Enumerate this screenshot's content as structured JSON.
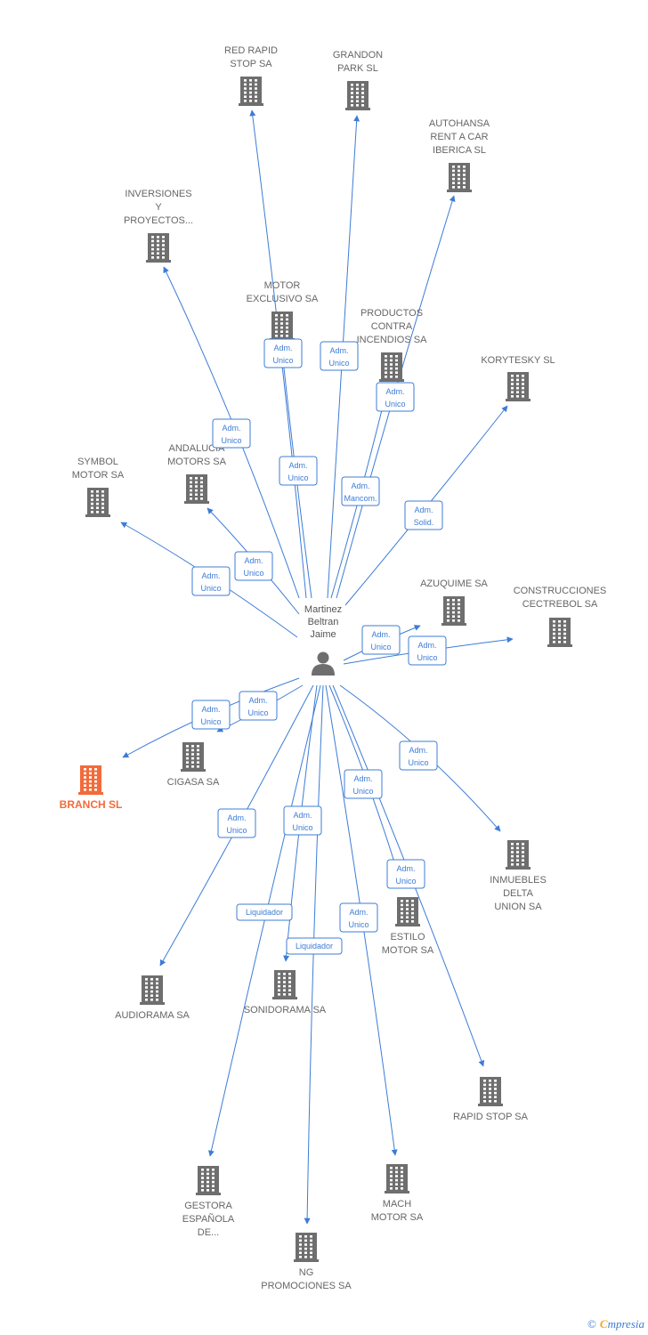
{
  "colors": {
    "edge": "#3d7cd6",
    "building": "#6e6e6e",
    "highlight": "#f26b3a"
  },
  "center": {
    "lines": [
      "Martinez",
      "Beltran",
      "Jaime"
    ],
    "icon": "person-icon"
  },
  "nodes": [
    {
      "id": "red-rapid",
      "lines": [
        "RED RAPID",
        "STOP SA"
      ]
    },
    {
      "id": "grandon",
      "lines": [
        "GRANDON",
        "PARK SL"
      ]
    },
    {
      "id": "autohansa",
      "lines": [
        "AUTOHANSA",
        "RENT A CAR",
        "IBERICA SL"
      ]
    },
    {
      "id": "inversiones",
      "lines": [
        "INVERSIONES",
        "Y",
        "PROYECTOS..."
      ]
    },
    {
      "id": "motor-exclusivo",
      "lines": [
        "MOTOR",
        "EXCLUSIVO SA"
      ]
    },
    {
      "id": "productos",
      "lines": [
        "PRODUCTOS",
        "CONTRA",
        "INCENDIOS SA"
      ]
    },
    {
      "id": "korytesky",
      "lines": [
        "KORYTESKY SL"
      ]
    },
    {
      "id": "andalucia",
      "lines": [
        "ANDALUCIA",
        "MOTORS SA"
      ]
    },
    {
      "id": "symbol",
      "lines": [
        "SYMBOL",
        "MOTOR SA"
      ]
    },
    {
      "id": "azuquime",
      "lines": [
        "AZUQUIME SA"
      ]
    },
    {
      "id": "construcciones",
      "lines": [
        "CONSTRUCCIONES",
        "CECTREBOL SA"
      ]
    },
    {
      "id": "branch",
      "lines": [
        "BRANCH SL"
      ],
      "highlight": true
    },
    {
      "id": "cigasa",
      "lines": [
        "CIGASA SA"
      ]
    },
    {
      "id": "inmuebles",
      "lines": [
        "INMUEBLES",
        "DELTA",
        "UNION SA"
      ]
    },
    {
      "id": "estilo",
      "lines": [
        "ESTILO",
        "MOTOR SA"
      ]
    },
    {
      "id": "audiorama",
      "lines": [
        "AUDIORAMA SA"
      ]
    },
    {
      "id": "sonidorama",
      "lines": [
        "SONIDORAMA SA"
      ]
    },
    {
      "id": "rapid-stop",
      "lines": [
        "RAPID STOP SA"
      ]
    },
    {
      "id": "gestora",
      "lines": [
        "GESTORA",
        "ESPAÑOLA",
        "DE..."
      ]
    },
    {
      "id": "mach",
      "lines": [
        "MACH",
        "MOTOR SA"
      ]
    },
    {
      "id": "ng",
      "lines": [
        "NG",
        "PROMOCIONES SA"
      ]
    }
  ],
  "edges": [
    {
      "to": "red-rapid",
      "lines": [
        "Adm.",
        "Unico"
      ]
    },
    {
      "to": "grandon",
      "lines": [
        "Adm.",
        "Unico"
      ]
    },
    {
      "to": "autohansa",
      "lines": [
        "Adm.",
        "Unico"
      ]
    },
    {
      "to": "inversiones",
      "lines": [
        "Adm.",
        "Unico"
      ]
    },
    {
      "to": "motor-exclusivo",
      "lines": [
        "Adm.",
        "Unico"
      ]
    },
    {
      "to": "productos",
      "lines": [
        "Adm.",
        "Mancom."
      ]
    },
    {
      "to": "korytesky",
      "lines": [
        "Adm.",
        "Solid."
      ]
    },
    {
      "to": "andalucia",
      "lines": [
        "Adm.",
        "Unico"
      ]
    },
    {
      "to": "symbol",
      "lines": [
        "Adm.",
        "Unico"
      ]
    },
    {
      "to": "azuquime",
      "lines": [
        "Adm.",
        "Unico"
      ]
    },
    {
      "to": "construcciones",
      "lines": [
        "Adm.",
        "Unico"
      ]
    },
    {
      "to": "branch",
      "lines": [
        "Adm.",
        "Unico"
      ]
    },
    {
      "to": "cigasa",
      "lines": [
        "Adm.",
        "Unico"
      ]
    },
    {
      "to": "inmuebles",
      "lines": [
        "Adm.",
        "Unico"
      ]
    },
    {
      "to": "estilo",
      "lines": [
        "Adm.",
        "Unico"
      ]
    },
    {
      "to": "audiorama",
      "lines": [
        "Adm.",
        "Unico"
      ]
    },
    {
      "to": "sonidorama",
      "lines": [
        "Adm.",
        "Unico"
      ]
    },
    {
      "to": "rapid-stop",
      "lines": [
        "Adm.",
        "Unico"
      ]
    },
    {
      "to": "gestora",
      "lines": [
        "Liquidador"
      ]
    },
    {
      "to": "mach",
      "lines": [
        "Adm.",
        "Unico"
      ]
    },
    {
      "to": "ng",
      "lines": [
        "Liquidador"
      ]
    }
  ],
  "footer": {
    "copyright": "©",
    "brand_first": "C",
    "brand_rest": "mpresia"
  }
}
